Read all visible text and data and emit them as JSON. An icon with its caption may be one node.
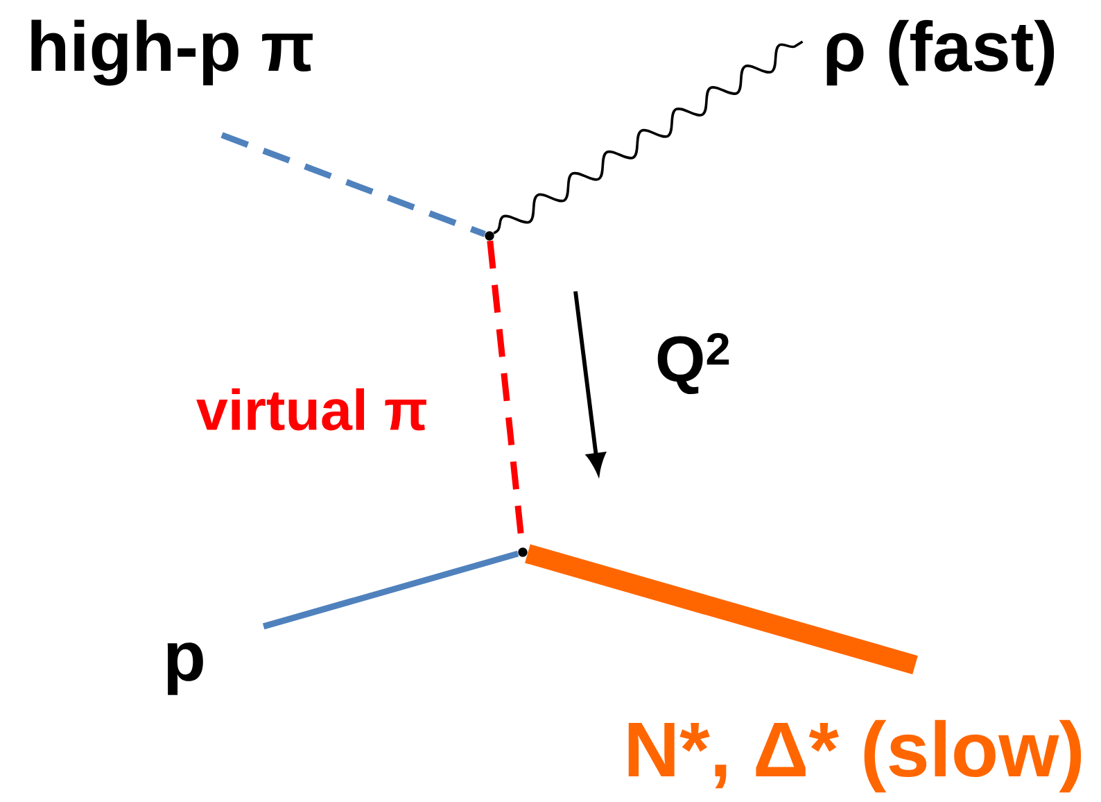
{
  "diagram": {
    "nodes": [
      {
        "text": [
          "high-p π"
        ]
      },
      {
        "text": [
          "ρ (fast)"
        ]
      },
      {
        "text": [],
        "shape": "point"
      },
      {
        "text": [],
        "shape": "point"
      },
      {
        "text": [
          "p"
        ]
      },
      {
        "text": [
          "N*, Δ* (slow)"
        ]
      }
    ],
    "edges": [
      {
        "from": 0,
        "to": 2,
        "arrow": "none",
        "style": "dashed",
        "color": "#4f81bd"
      },
      {
        "from": 2,
        "to": 1,
        "arrow": "none",
        "color": "#000000"
      },
      {
        "from": 2,
        "to": 3,
        "arrow": "none",
        "style": "dashed",
        "color": "#ff0000",
        "label": "virtual π"
      },
      {
        "from": 4,
        "to": 3,
        "arrow": "none",
        "color": "#4f81bd"
      },
      {
        "from": 3,
        "to": 5,
        "arrow": "none",
        "style": "thick",
        "color": "#ff6600"
      }
    ],
    "labels": [
      "Q$^{2}$"
    ]
  }
}
